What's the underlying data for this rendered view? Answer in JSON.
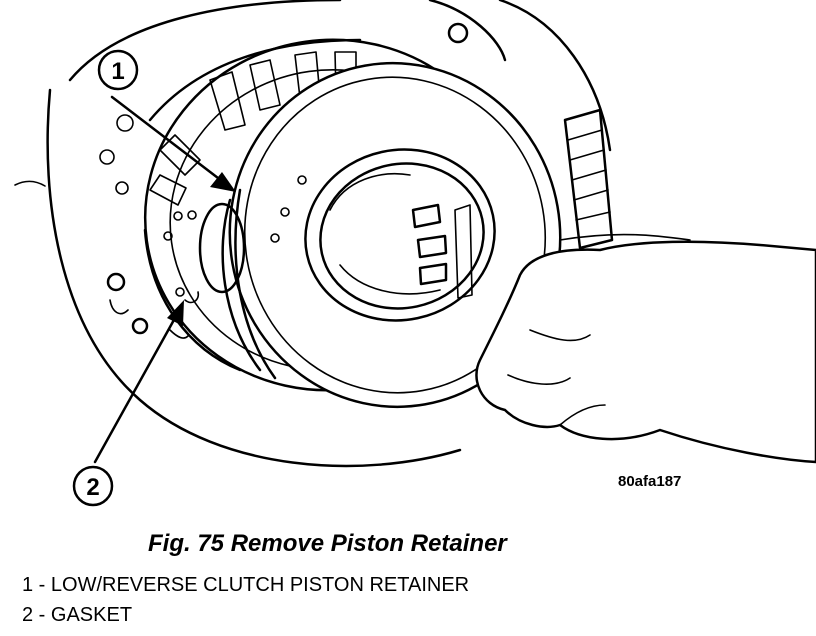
{
  "figure": {
    "id_code": "80afa187",
    "caption": "Fig. 75 Remove Piston Retainer",
    "callouts": [
      {
        "number": "1",
        "label": "1 - LOW/REVERSE CLUTCH PISTON RETAINER"
      },
      {
        "number": "2",
        "label": "2 - GASKET"
      }
    ]
  }
}
